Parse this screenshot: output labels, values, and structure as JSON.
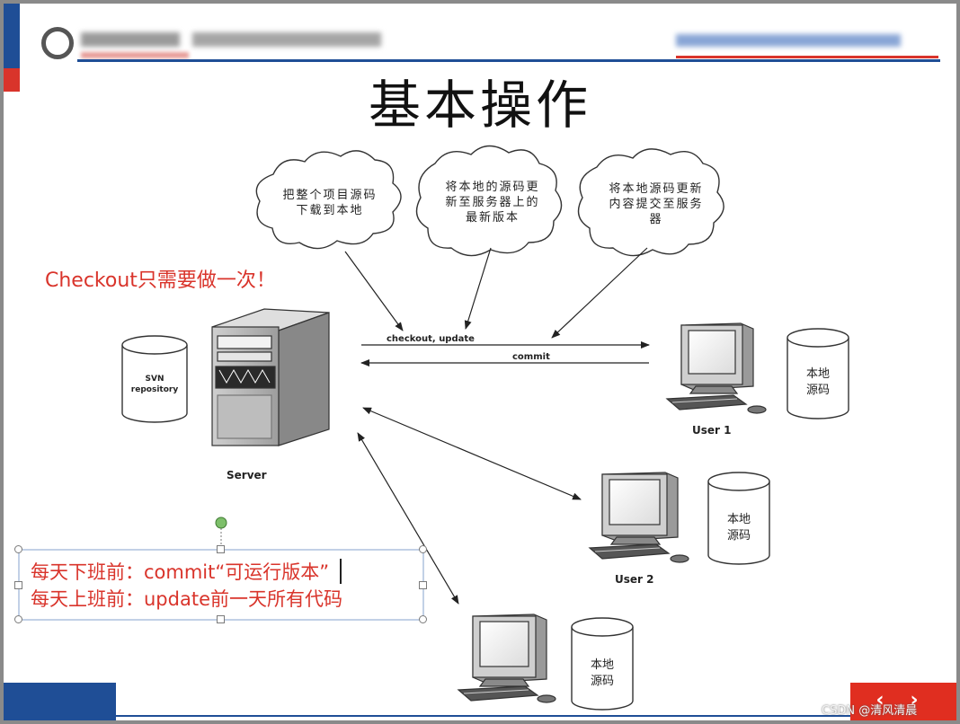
{
  "slide": {
    "title": "基本操作",
    "checkout_note": "Checkout只需要做一次！",
    "clouds": [
      {
        "lines": [
          "把整个项目源码",
          "下载到本地"
        ]
      },
      {
        "lines": [
          "将本地的源码更",
          "新至服务器上的",
          "最新版本"
        ]
      },
      {
        "lines": [
          "将本地源码更新",
          "内容提交至服务",
          "器"
        ]
      }
    ],
    "server_label": "Server",
    "repo_label_lines": [
      "SVN",
      "repository"
    ],
    "arrow_labels": {
      "checkout_update": "checkout, update",
      "commit": "commit"
    },
    "local_code_lines": [
      "本地",
      "源码"
    ],
    "user_labels": [
      "User 1",
      "User 2"
    ],
    "textbox_lines": [
      "每天下班前：commit“可运行版本”",
      "每天上班前：update前一天所有代码"
    ],
    "watermark": "CSDN @清风清晨"
  },
  "colors": {
    "accent_red": "#d9342b",
    "accent_blue": "#1f4e96",
    "nav_red": "#e02e20"
  },
  "icons": [
    "logo-icon",
    "prev-icon",
    "next-icon",
    "server-icon",
    "computer-icon",
    "database-icon",
    "cloud-icon"
  ]
}
